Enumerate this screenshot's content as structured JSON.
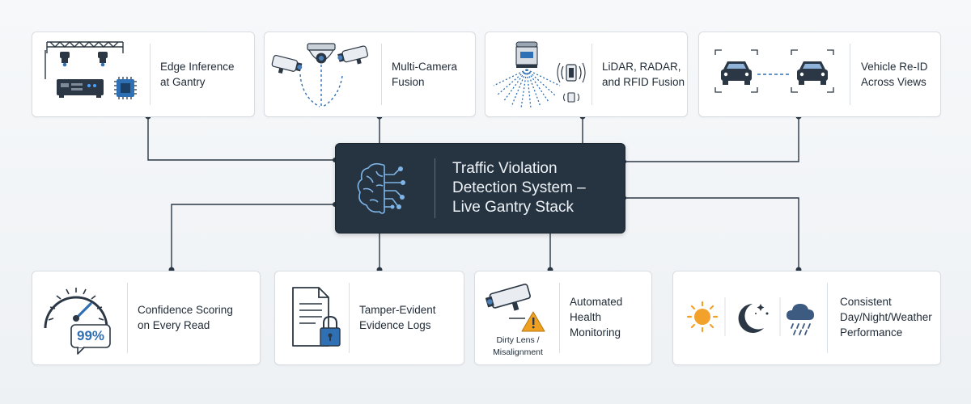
{
  "hub": {
    "title_lines": [
      "Traffic Violation",
      "Detection System –",
      "Live Gantry Stack"
    ]
  },
  "top_cards": [
    {
      "lines": [
        "Edge Inference",
        "at Gantry"
      ],
      "icon": "gantry-edge-icon"
    },
    {
      "lines": [
        "Multi-Camera",
        "Fusion"
      ],
      "icon": "multi-camera-icon"
    },
    {
      "lines": [
        "LiDAR, RADAR,",
        "and RFID Fusion"
      ],
      "icon": "lidar-radar-rfid-icon"
    },
    {
      "lines": [
        "Vehicle Re-ID",
        "Across Views"
      ],
      "icon": "vehicle-reid-icon"
    }
  ],
  "bottom_cards": [
    {
      "lines": [
        "Confidence Scoring",
        "on Every Read"
      ],
      "icon": "gauge-icon",
      "badge": "99%"
    },
    {
      "lines": [
        "Tamper-Evident",
        "Evidence Logs"
      ],
      "icon": "document-lock-icon"
    },
    {
      "lines": [
        "Automated",
        "Health",
        "Monitoring"
      ],
      "icon": "camera-warning-icon",
      "caption_lines": [
        "Dirty Lens /",
        "Misalignment"
      ]
    },
    {
      "lines": [
        "Consistent",
        "Day/Night/Weather",
        "Performance"
      ],
      "icon": "sun-moon-rain-icon"
    }
  ],
  "colors": {
    "hub_bg": "#263340",
    "accent_blue": "#2f6fb3",
    "wire": "#2b3744",
    "warning": "#f0a020",
    "sun": "#f2a12b"
  }
}
